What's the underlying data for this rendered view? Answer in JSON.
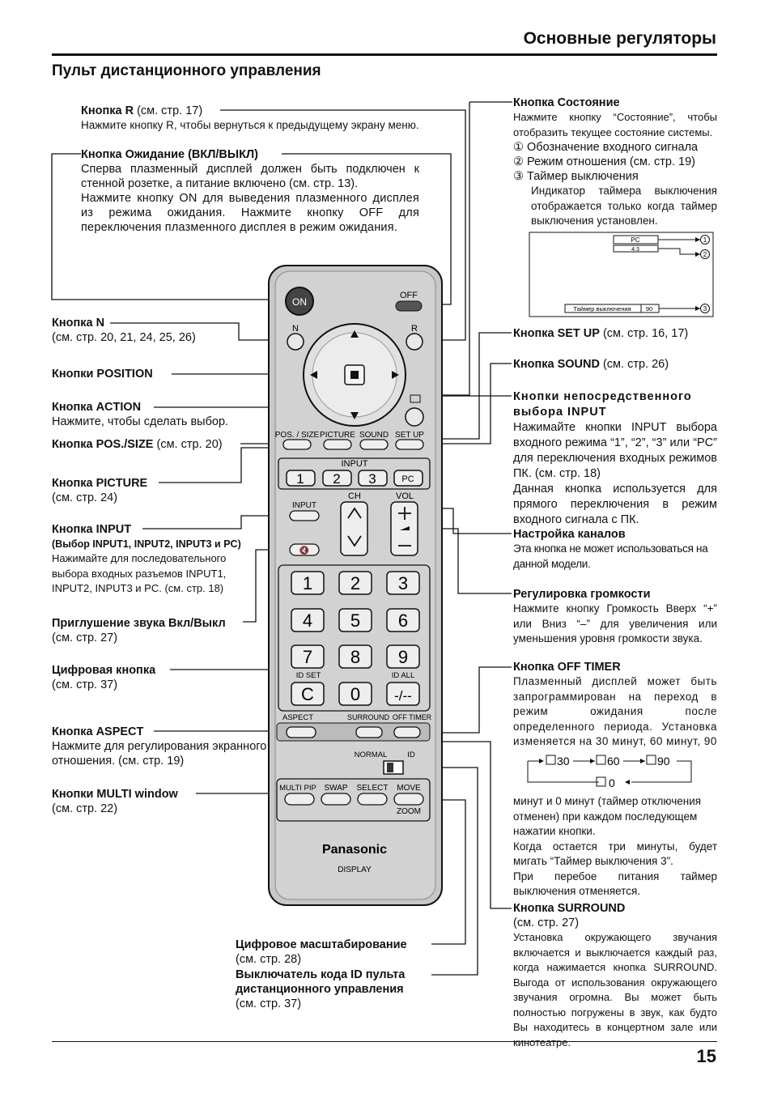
{
  "header": {
    "title": "Основные регуляторы",
    "subtitle": "Пульт дистанционного управления",
    "page": "15"
  },
  "left": {
    "r_title": "Кнопка R",
    "r_ref": " (см. стр. 17)",
    "r_desc": "Нажмите кнопку R, чтобы вернуться к предыдущему экрану меню.",
    "standby_title": "Кнопка Ожидание (ВКЛ/ВЫКЛ)",
    "standby_1": "Сперва плазменный дисплей должен быть подключен к стенной розетке, а питание включено (см. стр. 13).",
    "standby_2": "Нажмите кнопку ON для выведения плазменного дисплея из режима ожидания. Нажмите кнопку OFF для переключения плазменного дисплея в режим ожидания.",
    "n_title": "Кнопка N",
    "n_ref": "(см. стр. 20, 21, 24, 25, 26)",
    "position_title": "Кнопки POSITION",
    "action_title": "Кнопка ACTION",
    "action_desc": "Нажмите, чтобы сделать выбор.",
    "possize_title": "Кнопка POS./SIZE",
    "possize_ref": " (см. стр. 20)",
    "picture_title": "Кнопка PICTURE",
    "picture_ref": "(см. стр. 24)",
    "input_title": "Кнопка INPUT",
    "input_sub": "(Выбор INPUT1, INPUT2, INPUT3 и PC)",
    "input_desc": "Нажимайте для последовательного выбора входных разъемов INPUT1, INPUT2, INPUT3 и PC. (см. стр. 18)",
    "mute_title": "Приглушение звука Вкл/Выкл",
    "mute_ref": "(см. стр. 27)",
    "numeric_title": "Цифровая кнопка",
    "numeric_ref": "(см. стр. 37)",
    "aspect_title": "Кнопка ASPECT",
    "aspect_desc": "Нажмите для регулирования экранного отношения. (см. стр. 19)",
    "multi_title": "Кнопки MULTI window",
    "multi_ref": "(см. стр. 22)",
    "zoom_title": "Цифровое масштабирование",
    "zoom_ref": "(см. стр. 28)",
    "id_title": "Выключатель кода ID пульта дистанционного управления",
    "id_ref": "(см. стр. 37)"
  },
  "right": {
    "status_title": "Кнопка Состояние",
    "status_desc": "Нажмите кнопку “Состояние”, чтобы отобразить текущее состояние системы.",
    "status_1": "Обозначение входного сигнала",
    "status_2": "Режим отношения (см. стр. 19)",
    "status_3": "Таймер выключения",
    "status_3_desc": "Индикатор таймера выключения отображается только когда таймер выключения установлен.",
    "osd_pc": "PC",
    "osd_ratio": "4:3",
    "osd_timer": "Таймер выключения",
    "osd_timer_val": "90",
    "setup_title": "Кнопка SET UP",
    "setup_ref": " (см. стр. 16, 17)",
    "sound_title": "Кнопка SOUND",
    "sound_ref": " (см. стр. 26)",
    "direct_title": "Кнопки непосредственного выбора INPUT",
    "direct_1": "Нажимайте кнопки INPUT выбора входного режима “1”, “2”, “3” или “PC” для переключения входных режимов ПК. (см. стр. 18)",
    "direct_2": "Данная кнопка используется для прямого переключения в режим входного сигнала с ПК.",
    "ch_title": "Настройка каналов",
    "ch_desc": "Эта кнопка не может использоваться на данной модели.",
    "vol_title": "Регулировка громкости",
    "vol_desc": "Нажмите кнопку Громкость Вверх “+” или Вниз “–” для увеличения или уменьшения уровня громкости звука.",
    "off_title": "Кнопка OFF TIMER",
    "off_desc": "Плазменный дисплей может быть запрограммирован на переход в режим ожидания после определенного периода. Установка изменяется на 30 минут, 60 минут, 90",
    "cycle": [
      "30",
      "60",
      "90",
      "0"
    ],
    "off_desc2": "минут и 0 минут (таймер отключения отменен) при каждом последующем нажатии кнопки.",
    "off_desc3": "Когда остается три минуты, будет мигать “Таймер выключения 3”.",
    "off_desc4": "При перебое питания таймер выключения отменяется.",
    "surround_title": "Кнопка SURROUND",
    "surround_ref": "(см. стр. 27)",
    "surround_desc": "Установка окружающего звучания включается и выключается каждый раз, когда нажимается кнопка SURROUND. Выгода от использования окружающего звучания огромна. Вы может быть полностью погружены в звук, как будто Вы находитесь в концертном зале или кинотеатре."
  },
  "remote": {
    "on": "ON",
    "off": "OFF",
    "n": "N",
    "r": "R",
    "possize": "POS. / SIZE",
    "picture": "PICTURE",
    "sound": "SOUND",
    "setup": "SET UP",
    "input_grp": "INPUT",
    "in1": "1",
    "in2": "2",
    "in3": "3",
    "pc": "PC",
    "ch": "CH",
    "vol": "VOL",
    "input_btn": "INPUT",
    "keys": [
      "1",
      "2",
      "3",
      "4",
      "5",
      "6",
      "7",
      "8",
      "9",
      "C",
      "0",
      "-/--"
    ],
    "idset": "ID SET",
    "idall": "ID ALL",
    "aspect": "ASPECT",
    "surround": "SURROUND",
    "offtimer": "OFF TIMER",
    "normal": "NORMAL",
    "id": "ID",
    "multipip": "MULTI PIP",
    "swap": "SWAP",
    "select": "SELECT",
    "move": "MOVE",
    "zoom": "ZOOM",
    "brand": "Panasonic",
    "display": "DISPLAY"
  }
}
